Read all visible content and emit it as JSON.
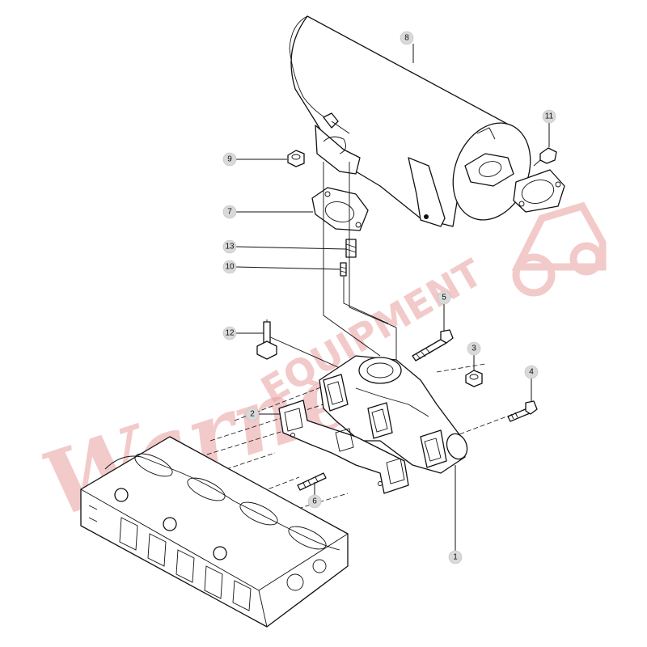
{
  "watermark": {
    "script_text": "Warner",
    "block_text": "EQUIPMENT",
    "color": "#e8a0a0"
  },
  "callouts": [
    {
      "id": "c1",
      "label": "1"
    },
    {
      "id": "c2",
      "label": "2"
    },
    {
      "id": "c3",
      "label": "3"
    },
    {
      "id": "c4",
      "label": "4"
    },
    {
      "id": "c5",
      "label": "5"
    },
    {
      "id": "c6",
      "label": "6"
    },
    {
      "id": "c7",
      "label": "7"
    },
    {
      "id": "c8",
      "label": "8"
    },
    {
      "id": "c9",
      "label": "9"
    },
    {
      "id": "c10",
      "label": "10"
    },
    {
      "id": "c11",
      "label": "11"
    },
    {
      "id": "c12",
      "label": "12"
    },
    {
      "id": "c13",
      "label": "13"
    }
  ],
  "parts": [
    "exhaust-manifold",
    "manifold-gasket",
    "nut",
    "bolt",
    "bolt",
    "stud",
    "muffler-gasket",
    "muffler",
    "nut",
    "stud",
    "bolt",
    "bolt",
    "spring-washer"
  ],
  "icons": {
    "tractor": "tractor-watermark-icon"
  }
}
